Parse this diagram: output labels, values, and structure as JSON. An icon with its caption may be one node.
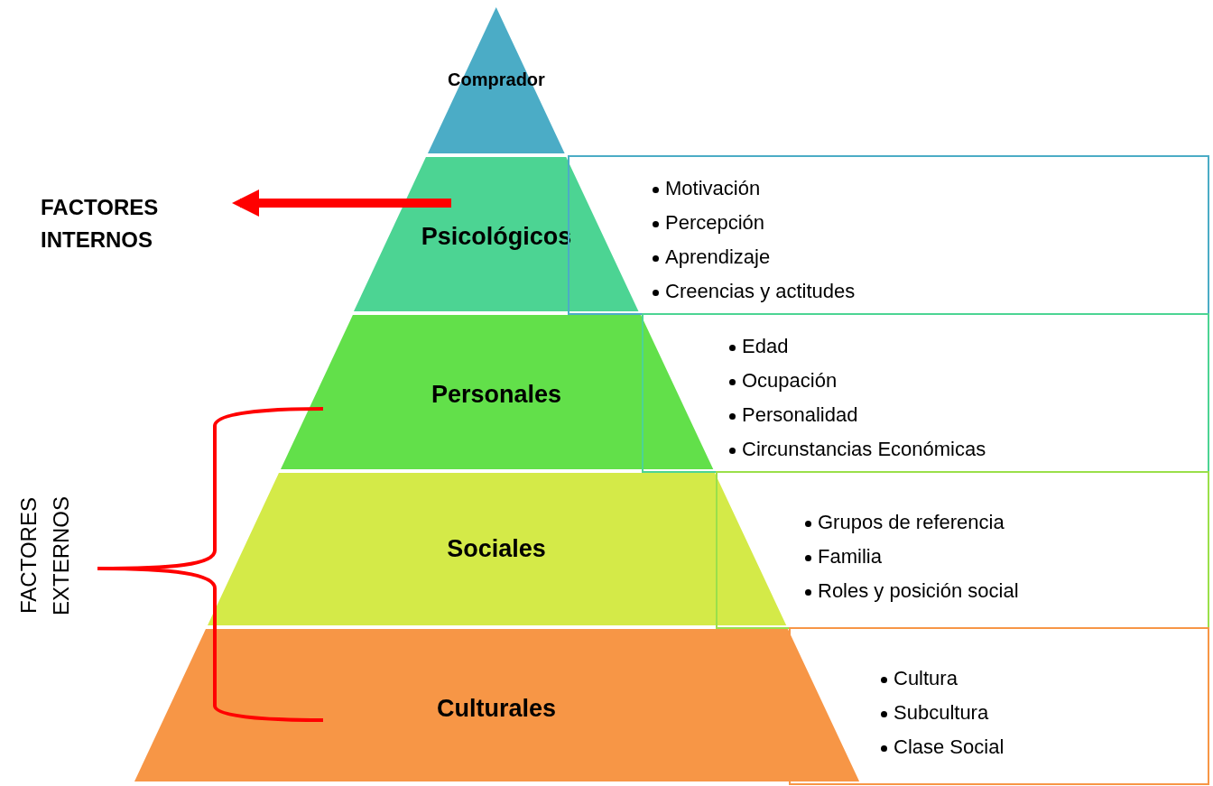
{
  "diagram": {
    "nodes": [
      {
        "text": [
          "Comprador"
        ]
      },
      {
        "text": [
          "Psicológicos"
        ]
      },
      {
        "text": [
          "Personales"
        ]
      },
      {
        "text": [
          "Sociales"
        ]
      },
      {
        "text": [
          "Culturales"
        ]
      },
      {
        "text": [
          "Motivación",
          "Percepción",
          "Aprendizaje",
          "Creencias y actitudes"
        ]
      },
      {
        "text": [
          "Edad",
          "Ocupación",
          "Personalidad",
          "Circunstancias Económicas"
        ]
      },
      {
        "text": [
          "Grupos de referencia",
          "Familia",
          "Roles y posición social"
        ]
      },
      {
        "text": [
          "Cultura",
          "Subcultura",
          "Clase Social"
        ]
      },
      {
        "text": [
          "FACTORES INTERNOS"
        ]
      }
    ],
    "edges": [
      {
        "from": 1,
        "to": 9,
        "arrow": "to",
        "color": "#ff0000"
      }
    ],
    "labels": [
      "FACTORES EXTERNOS"
    ]
  }
}
